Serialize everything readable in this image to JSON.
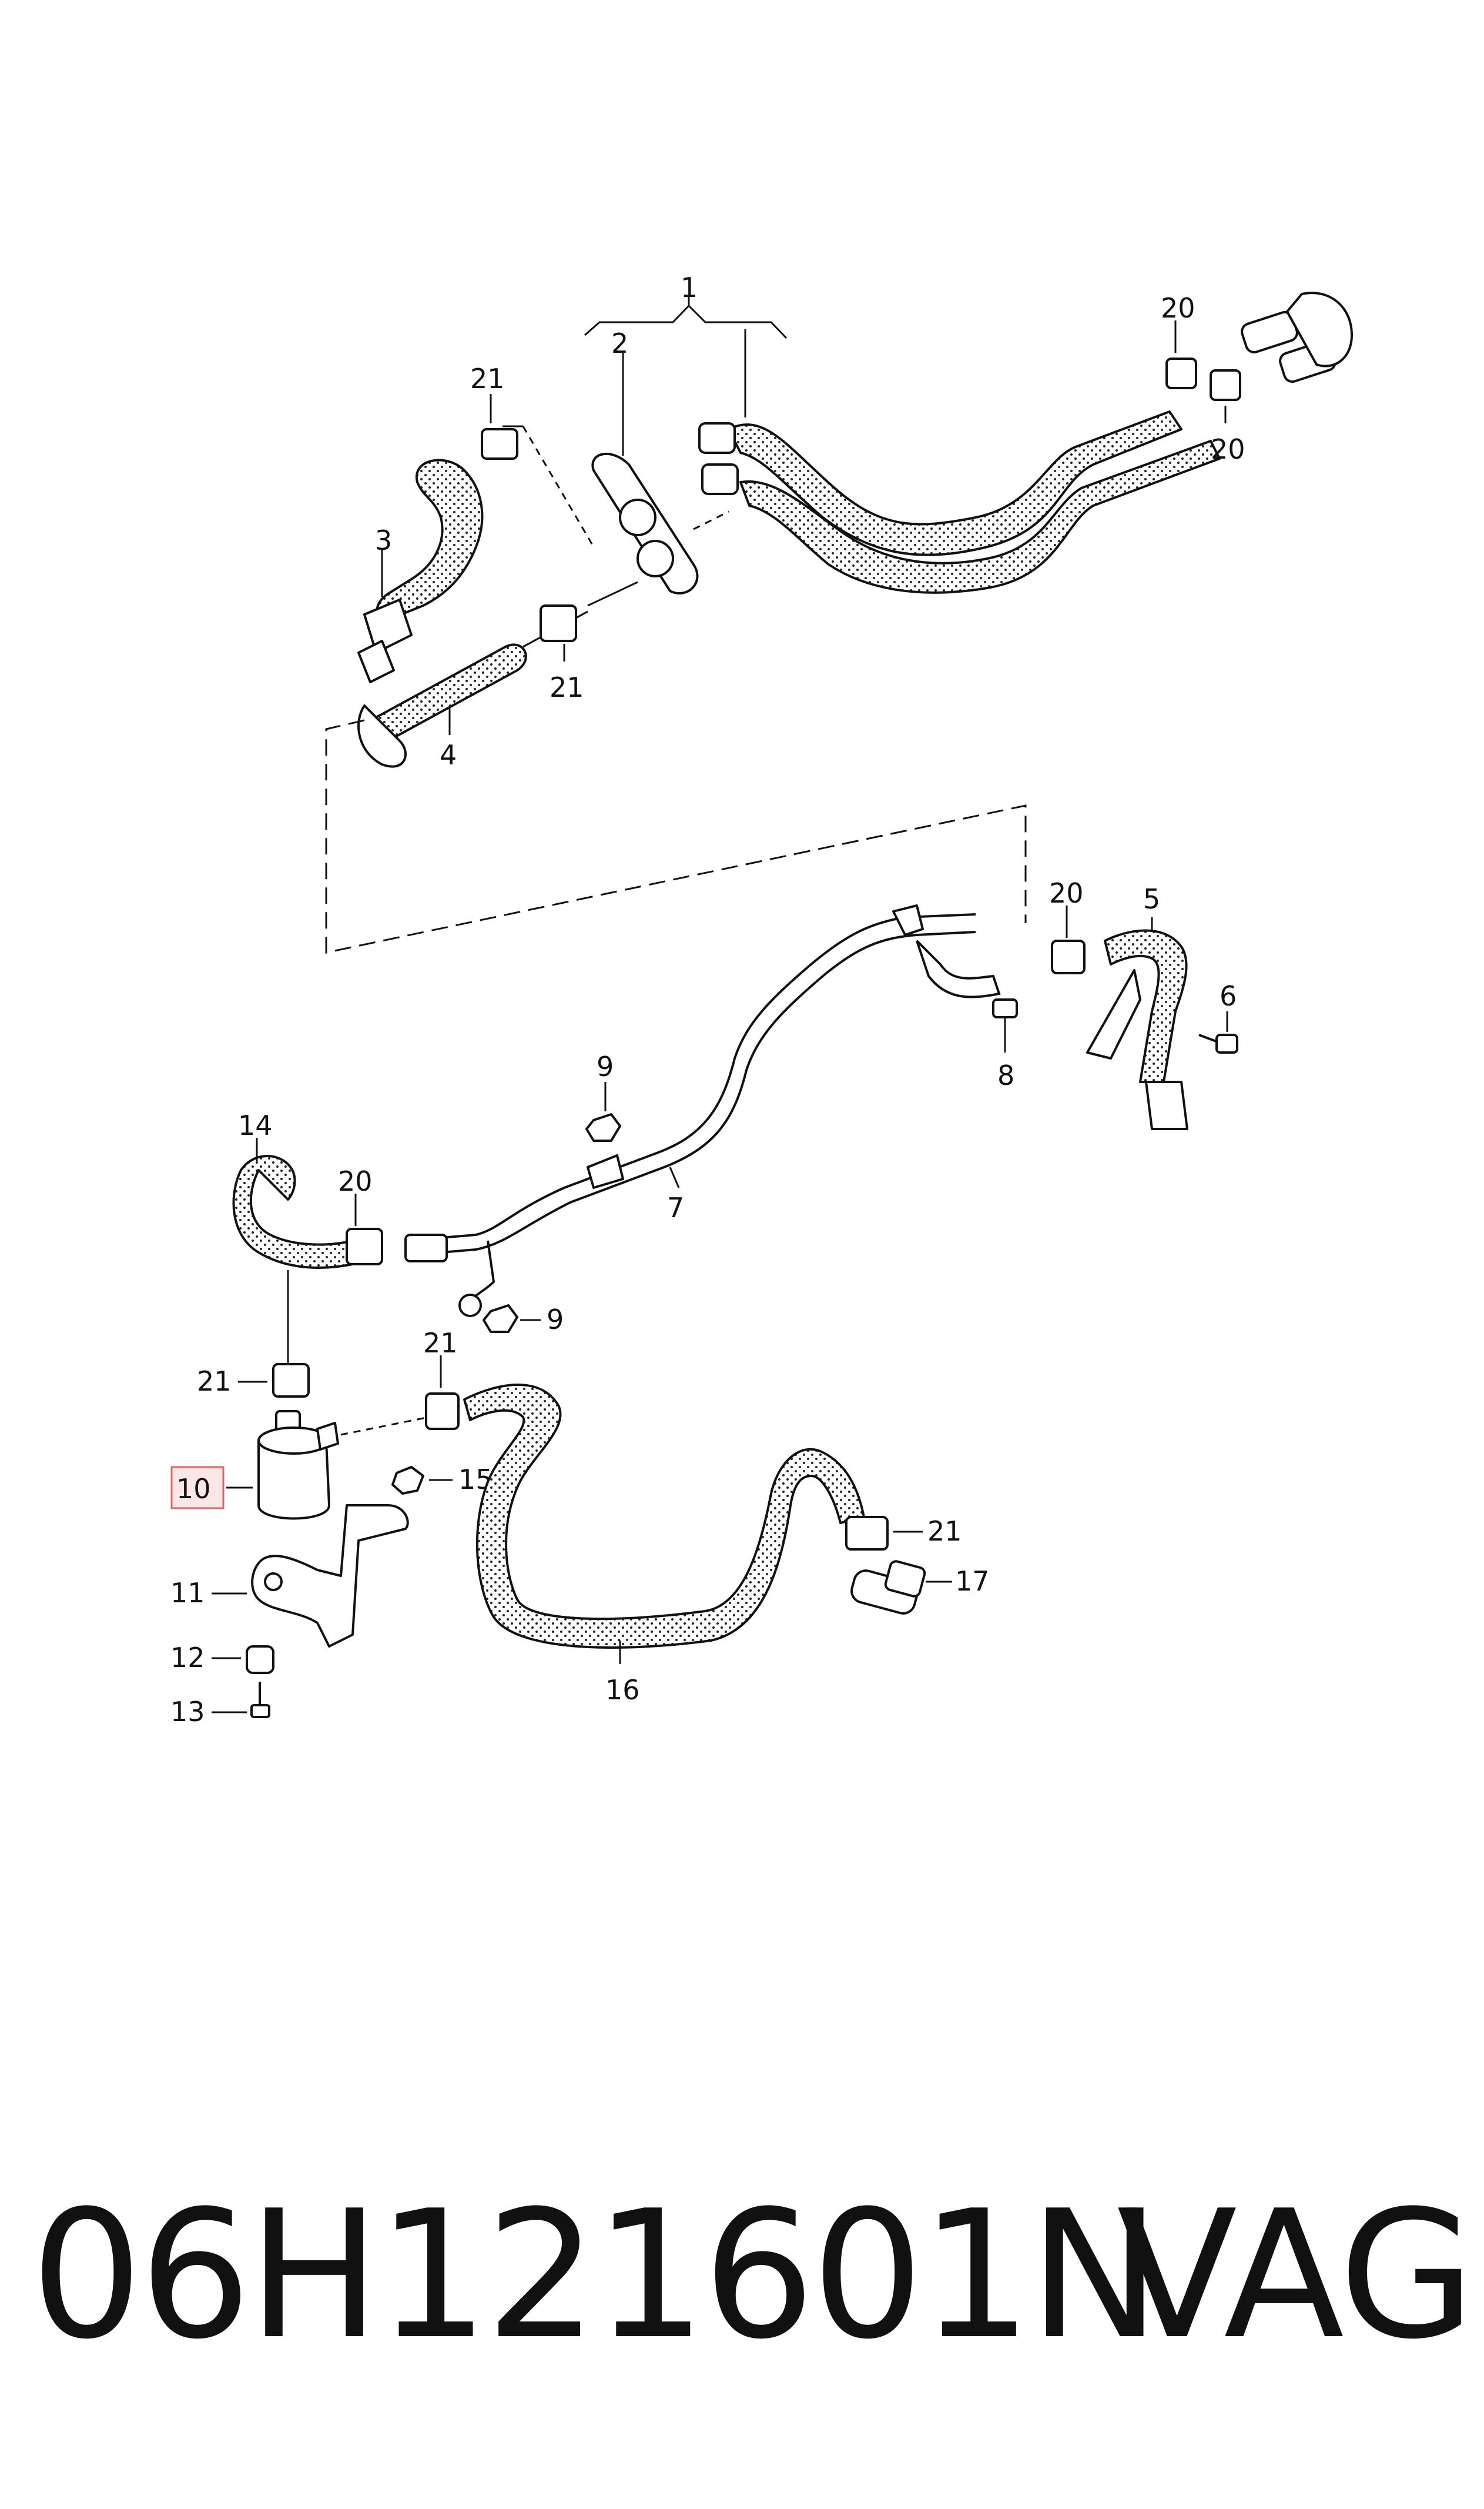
{
  "diagram": {
    "callouts": {
      "c1": "1",
      "c2": "2",
      "c3": "3",
      "c4": "4",
      "c5": "5",
      "c6": "6",
      "c7": "7",
      "c8": "8",
      "c9a": "9",
      "c9b": "9",
      "c10": "10",
      "c11": "11",
      "c12": "12",
      "c13": "13",
      "c14": "14",
      "c15": "15",
      "c16": "16",
      "c17": "17",
      "c20a": "20",
      "c20b": "20",
      "c20c": "20",
      "c20d": "20",
      "c21a": "21",
      "c21b": "21",
      "c21c": "21",
      "c21d": "21",
      "c21e": "21"
    },
    "highlight_color": "#fde6e6"
  },
  "footer": {
    "part_number": "06H121601N",
    "brand": "VAG"
  }
}
